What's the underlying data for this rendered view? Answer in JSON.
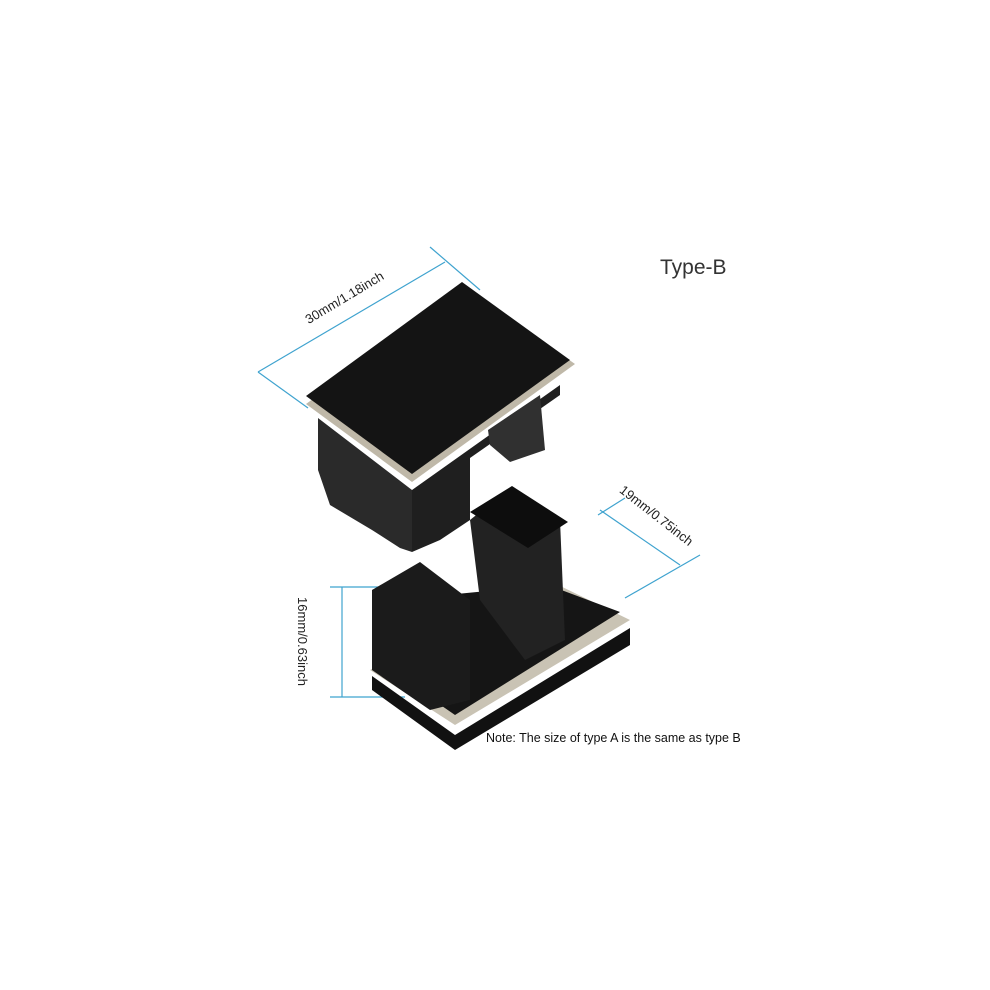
{
  "product": {
    "variant_label": "Type-B",
    "note": "Note: The size of type A is the same as type B",
    "dimensions": {
      "length": "30mm/1.18inch",
      "depth": "19mm/0.75inch",
      "height": "16mm/0.63inch"
    },
    "colors": {
      "dimension_line": "#3fa3cf",
      "body": "#1c1c1c",
      "felt": "#161616"
    }
  }
}
